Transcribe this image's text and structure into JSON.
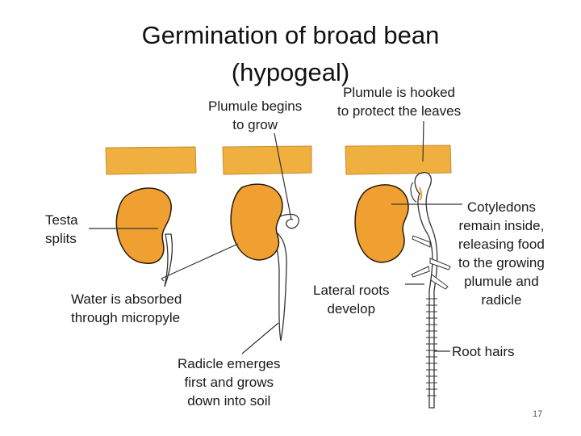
{
  "slide": {
    "title_line1": "Germination of broad bean",
    "title_line2": "(hypogeal)",
    "page_number": "17"
  },
  "labels": {
    "plumule_begins": [
      "Plumule begins",
      "to grow"
    ],
    "plumule_hooked": [
      "Plumule is hooked",
      "to protect the leaves"
    ],
    "testa_splits": [
      "Testa",
      "splits"
    ],
    "water_absorbed": [
      "Water is absorbed",
      "through micropyle"
    ],
    "radicle_emerges": [
      "Radicle emerges",
      "first and grows",
      "down into soil"
    ],
    "lateral_roots": [
      "Lateral roots",
      "develop"
    ],
    "cotyledons": [
      "Cotyledons",
      "remain inside,",
      "releasing food",
      "to the growing",
      "plumule and",
      "radicle"
    ],
    "root_hairs": [
      "Root hairs"
    ]
  },
  "colors": {
    "soil": "#f0b040",
    "seed": "#f0a030",
    "seed_outline": "#2a1a0a",
    "stem": "#ffffff",
    "line": "#333333"
  }
}
